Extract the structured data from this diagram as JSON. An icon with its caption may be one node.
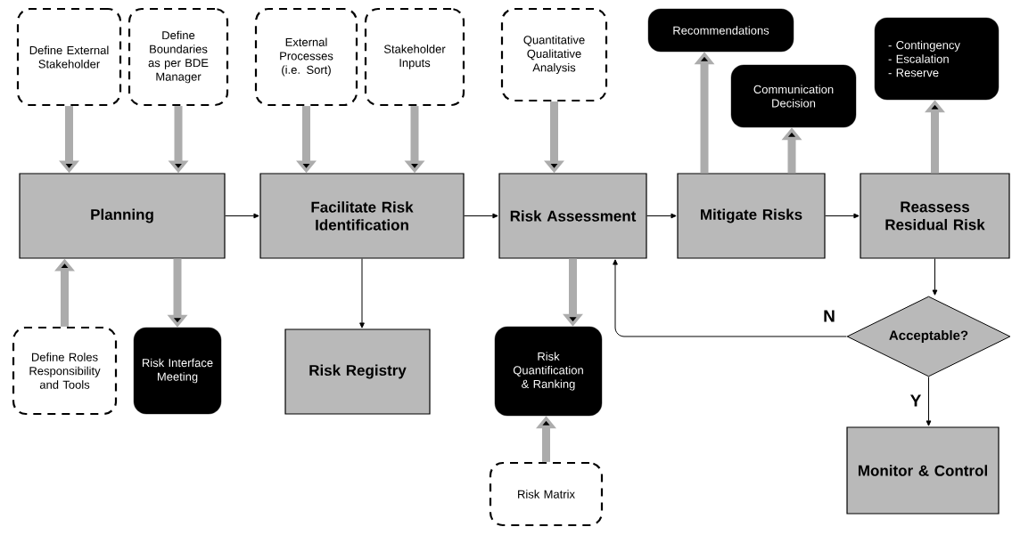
{
  "diagram": {
    "nodes": [
      {
        "text": [
          "Define External Stakeholder"
        ]
      },
      {
        "text": [
          "Define Boundaries as per BDE Manager"
        ]
      },
      {
        "text": [
          "External Processes (i.e. Sort)"
        ]
      },
      {
        "text": [
          "Stakeholder Inputs"
        ]
      },
      {
        "text": [
          "Quantitative Qualitative Analysis"
        ]
      },
      {
        "text": [
          "Recommendations"
        ]
      },
      {
        "text": [
          "- Contingency",
          "- Escalation",
          "- Reserve"
        ]
      },
      {
        "text": [
          "Communication Decision"
        ]
      },
      {
        "text": [
          "Planning"
        ]
      },
      {
        "text": [
          "Facilitate Risk Identification"
        ]
      },
      {
        "text": [
          "Risk Assessment"
        ]
      },
      {
        "text": [
          "Mitigate Risks"
        ]
      },
      {
        "text": [
          "Reassess Residual Risk"
        ]
      },
      {
        "text": [
          "Define Roles Responsibility and Tools"
        ]
      },
      {
        "text": [
          "Risk Interface Meeting"
        ]
      },
      {
        "text": [
          "Risk Registry"
        ]
      },
      {
        "text": [
          "Risk Quantification & Ranking"
        ]
      },
      {
        "text": [
          "Acceptable?"
        ]
      },
      {
        "text": [
          "Monitor & Control"
        ]
      },
      {
        "text": [
          "Risk Matrix"
        ]
      }
    ],
    "edges": [
      {
        "from": 0,
        "to": 8,
        "arrow": "to"
      },
      {
        "from": 1,
        "to": 8,
        "arrow": "to"
      },
      {
        "from": 2,
        "to": 9,
        "arrow": "to"
      },
      {
        "from": 3,
        "to": 9,
        "arrow": "to"
      },
      {
        "from": 4,
        "to": 10,
        "arrow": "to"
      },
      {
        "from": 11,
        "to": 5,
        "arrow": "to"
      },
      {
        "from": 11,
        "to": 7,
        "arrow": "to"
      },
      {
        "from": 12,
        "to": 6,
        "arrow": "to"
      },
      {
        "from": 8,
        "to": 9,
        "arrow": "to",
        "color": "#000000"
      },
      {
        "from": 9,
        "to": 10,
        "arrow": "to",
        "color": "#000000"
      },
      {
        "from": 10,
        "to": 11,
        "arrow": "to",
        "color": "#000000"
      },
      {
        "from": 11,
        "to": 12,
        "arrow": "to",
        "color": "#000000"
      },
      {
        "from": 13,
        "to": 8,
        "arrow": "to"
      },
      {
        "from": 8,
        "to": 14,
        "arrow": "to"
      },
      {
        "from": 9,
        "to": 15,
        "arrow": "to",
        "color": "#000000"
      },
      {
        "from": 10,
        "to": 16,
        "arrow": "to"
      },
      {
        "from": 12,
        "to": 17,
        "arrow": "to",
        "color": "#000000"
      },
      {
        "from": 17,
        "to": 10,
        "arrow": "to",
        "label": "N",
        "color": "#000000"
      },
      {
        "from": 17,
        "to": 18,
        "arrow": "to",
        "label": "Y",
        "color": "#000000"
      },
      {
        "from": 19,
        "to": 16,
        "arrow": "to"
      }
    ]
  }
}
